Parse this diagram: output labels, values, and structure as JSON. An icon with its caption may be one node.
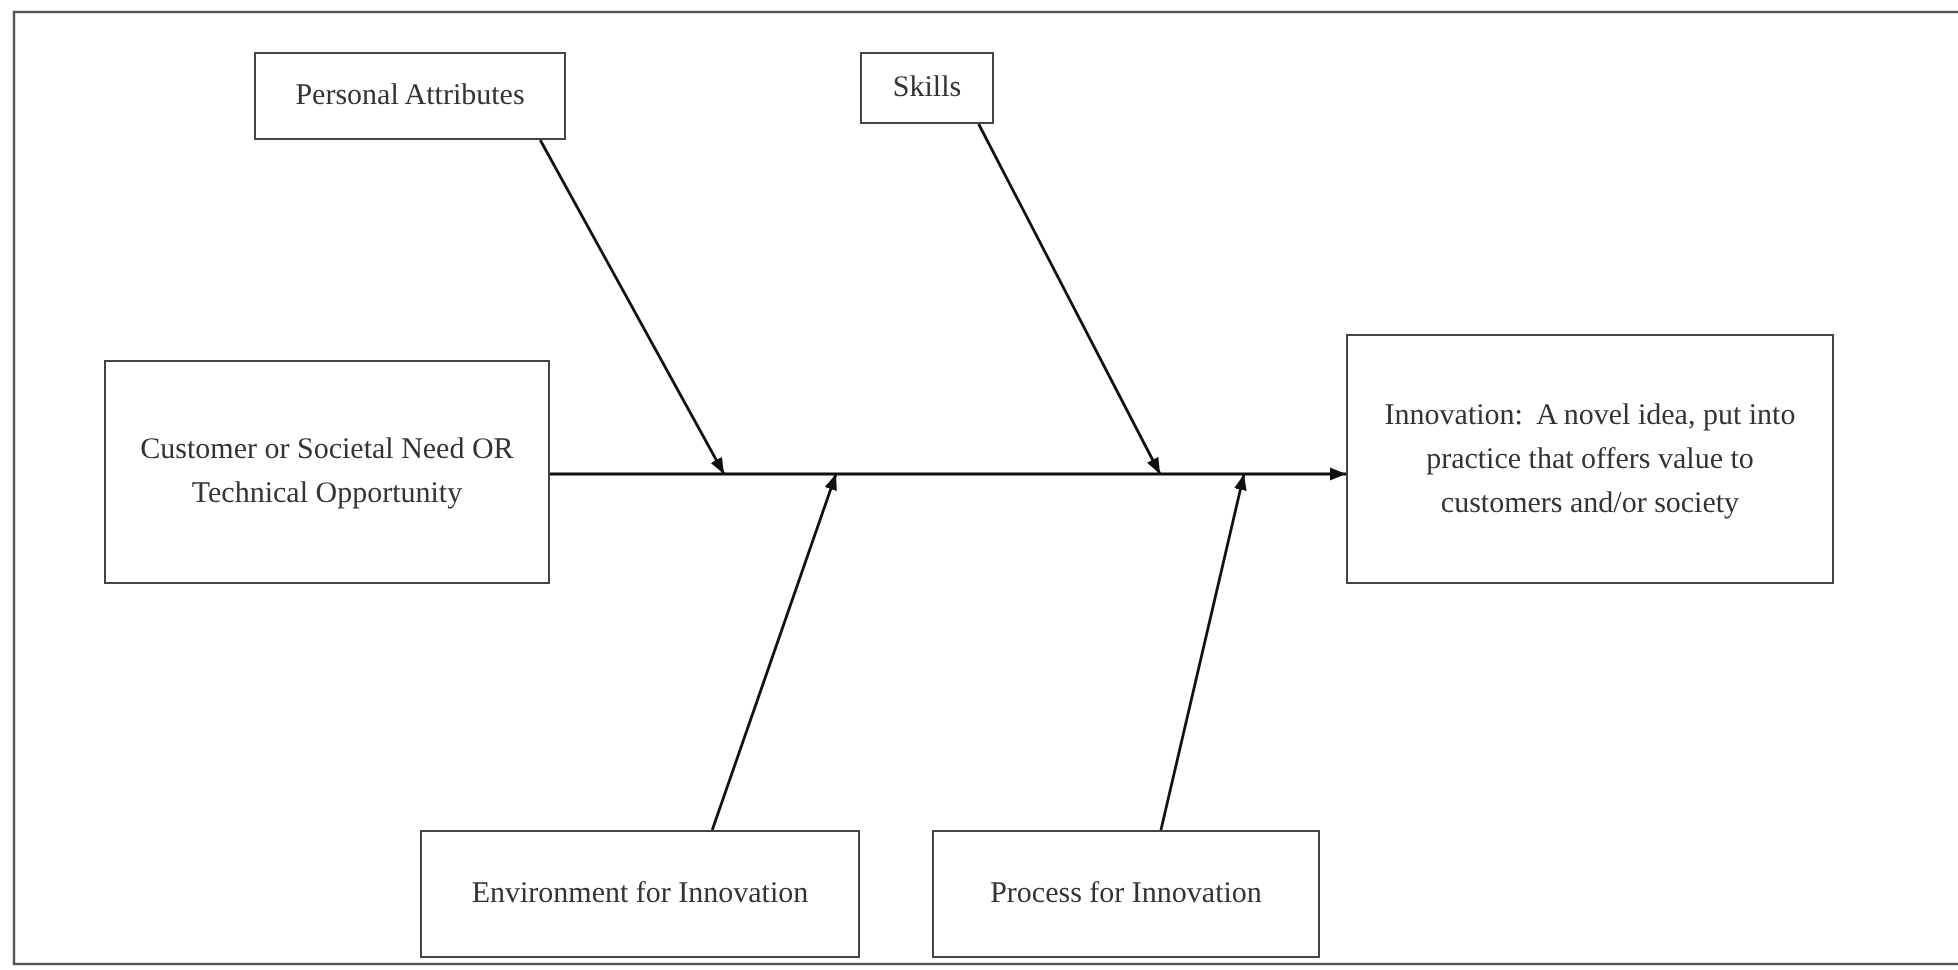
{
  "diagram": {
    "nodes": [
      {
        "text": [
          "Personal Attributes"
        ]
      },
      {
        "text": [
          "Skills"
        ]
      },
      {
        "text": [
          "Customer or Societal Need OR Technical Opportunity"
        ]
      },
      {
        "text": [
          "Innovation:  A novel idea, put into practice that offers value to customers and/or society"
        ]
      },
      {
        "text": [
          "Environment for Innovation"
        ]
      },
      {
        "text": [
          "Process for Innovation"
        ]
      }
    ],
    "edges": [
      {
        "from": 2,
        "to": 3,
        "arrow": "to"
      },
      {
        "from": 0,
        "to": null,
        "arrow": "to"
      },
      {
        "from": 1,
        "to": null,
        "arrow": "to"
      },
      {
        "from": 4,
        "to": null,
        "arrow": "to"
      },
      {
        "from": 5,
        "to": null,
        "arrow": "to"
      }
    ]
  }
}
